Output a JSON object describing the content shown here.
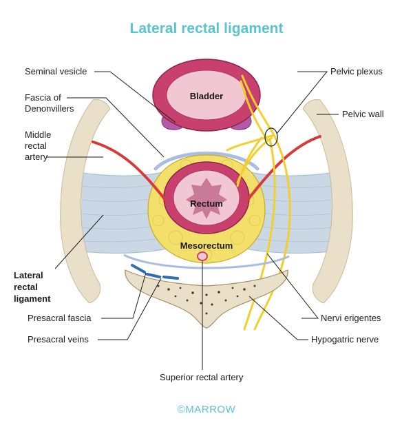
{
  "title": "Lateral rectal ligament",
  "labels": {
    "seminal_vesicle": "Seminal vesicle",
    "fascia_denonvillers": [
      "Fascia of",
      "Denonvillers"
    ],
    "middle_rectal_artery": [
      "Middle",
      "rectal",
      "artery"
    ],
    "lateral_rectal_ligament": [
      "Lateral",
      "rectal",
      "ligament"
    ],
    "presacral_fascia": "Presacral fascia",
    "presacral_veins": "Presacral veins",
    "superior_rectal_artery": "Superior rectal artery",
    "pelvic_plexus": "Pelvic plexus",
    "pelvic_wall": "Pelvic wall",
    "nervi_erigentes": "Nervi erigentes",
    "hypogastric_nerve": "Hypogatric nerve"
  },
  "organs": {
    "bladder": "Bladder",
    "rectum": "Rectum",
    "mesorectum": "Mesorectum"
  },
  "brand": "©MARROW",
  "colors": {
    "title": "#5bc3cf",
    "ligament": "#c9d8e4",
    "pelvic_wall": "#eadfc9",
    "mesorectum": "#f3e06a",
    "rectum_wall": "#c8416e",
    "artery": "#d63a3a",
    "nerve": "#f2cf2a",
    "fascia": "#a9bde0",
    "veins": "#2b6fb3"
  }
}
